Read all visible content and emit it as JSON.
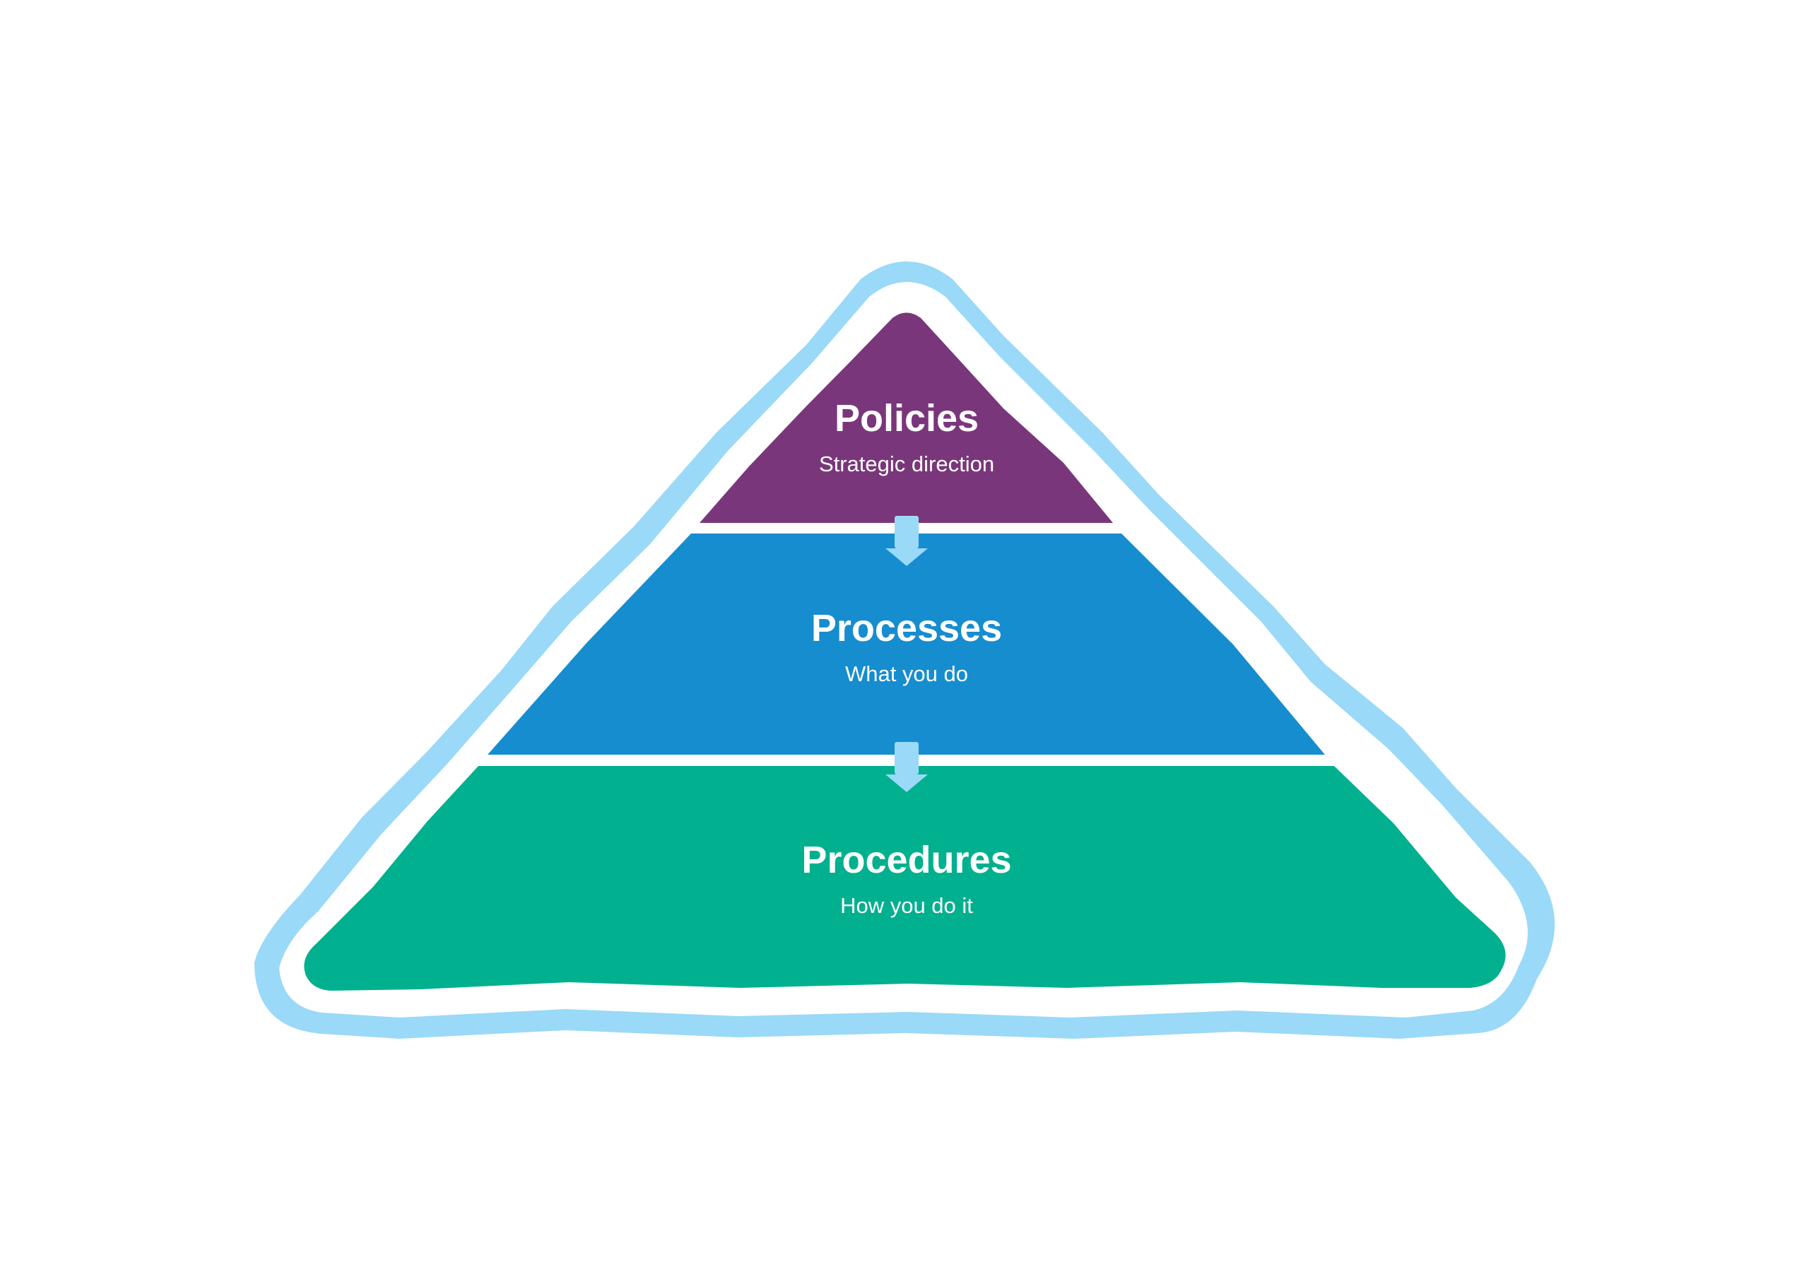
{
  "diagram": {
    "type": "pyramid",
    "colors": {
      "outline": "#9ad9f7",
      "arrow": "#9ad9f7",
      "divider": "#ffffff",
      "top_tier": "#7a367b",
      "middle_tier": "#168dcf",
      "bottom_tier": "#00b08f",
      "text": "#ffffff"
    },
    "tiers": [
      {
        "title": "Policies",
        "subtitle": "Strategic direction"
      },
      {
        "title": "Processes",
        "subtitle": "What you do"
      },
      {
        "title": "Procedures",
        "subtitle": "How you do it"
      }
    ],
    "connectors": [
      {
        "from": "Policies",
        "to": "Processes",
        "icon": "arrow-down-icon"
      },
      {
        "from": "Processes",
        "to": "Procedures",
        "icon": "arrow-down-icon"
      }
    ]
  }
}
